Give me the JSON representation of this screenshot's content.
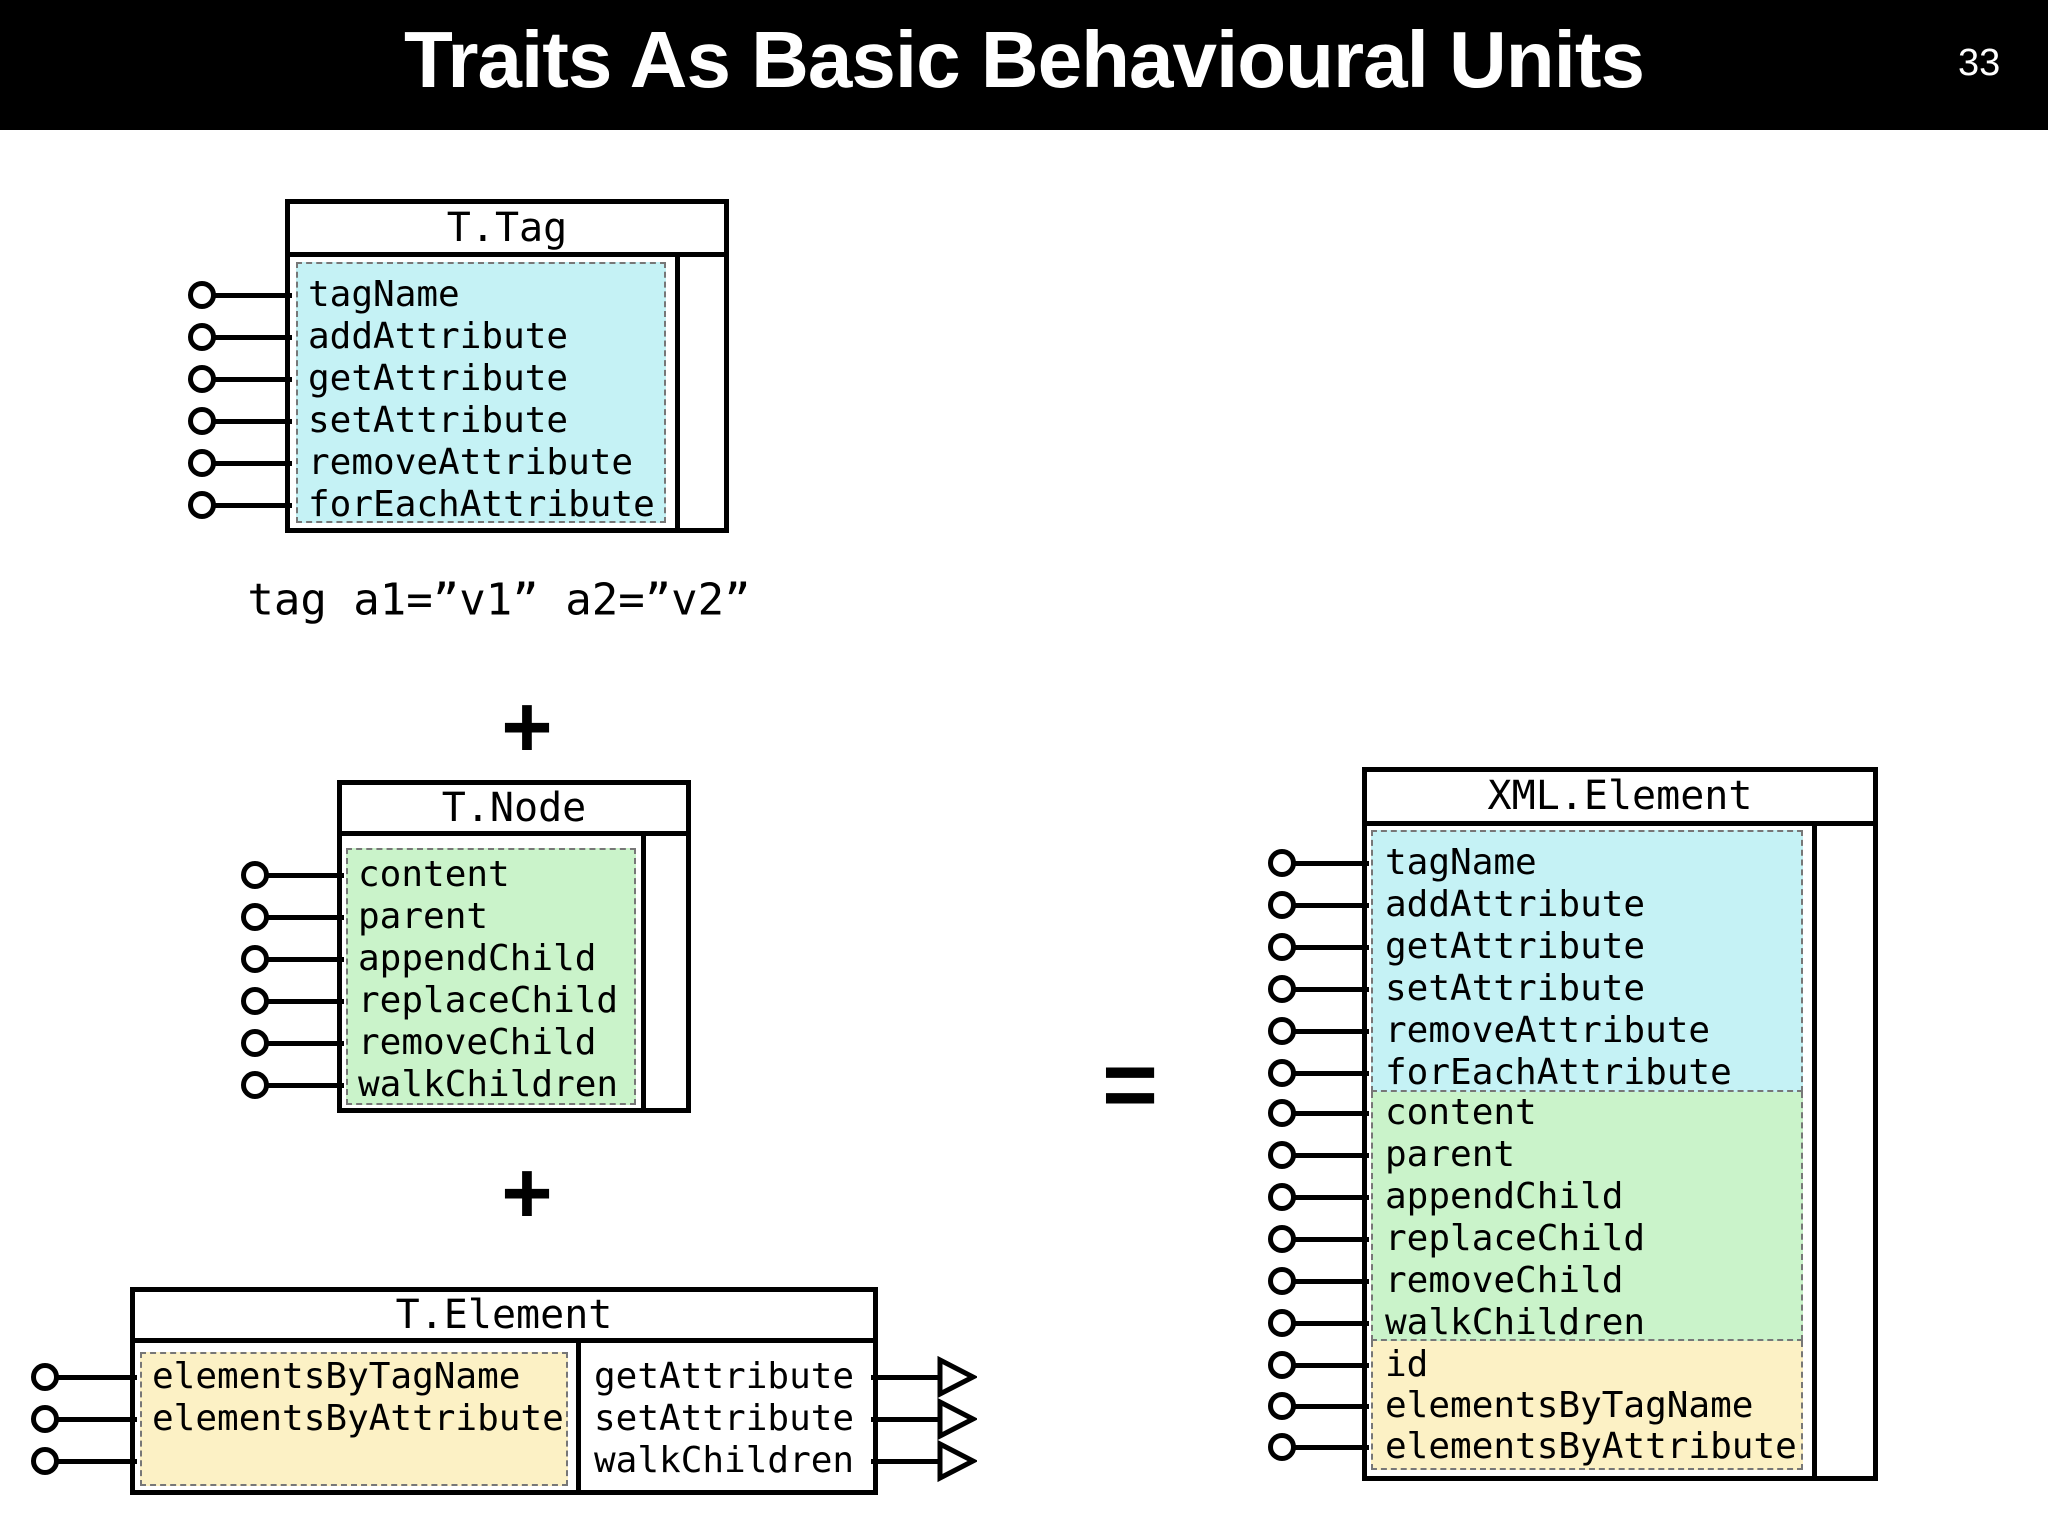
{
  "header": {
    "title": "Traits As Basic Behavioural Units",
    "page_number": "33"
  },
  "colors": {
    "tag_trait_fill": "#c5f2f5",
    "node_trait_fill": "#caf3ca",
    "element_trait_fill": "#fcf1c5",
    "titlebar_bg": "#000000",
    "line_color": "#000000"
  },
  "caption": {
    "text": "tag a1=”v1” a2=”v2”"
  },
  "operators": {
    "plus1": "+",
    "plus2": "+",
    "equals": "="
  },
  "boxes": {
    "t_tag": {
      "title": "T.Tag",
      "items": [
        "tagName",
        "addAttribute",
        "getAttribute",
        "setAttribute",
        "removeAttribute",
        "forEachAttribute"
      ]
    },
    "t_node": {
      "title": "T.Node",
      "items": [
        "content",
        "parent",
        "appendChild",
        "replaceChild",
        "removeChild",
        "walkChildren"
      ]
    },
    "t_element": {
      "title": "T.Element",
      "provided": [
        "elementsByTagName",
        "elementsByAttribute"
      ],
      "required": [
        "getAttribute",
        "setAttribute",
        "walkChildren"
      ]
    },
    "xml_element": {
      "title": "XML.Element",
      "tag_section": [
        "tagName",
        "addAttribute",
        "getAttribute",
        "setAttribute",
        "removeAttribute",
        "forEachAttribute"
      ],
      "node_section": [
        "content",
        "parent",
        "appendChild",
        "replaceChild",
        "removeChild",
        "walkChildren"
      ],
      "element_section": [
        "id",
        "elementsByTagName",
        "elementsByAttribute"
      ]
    }
  }
}
